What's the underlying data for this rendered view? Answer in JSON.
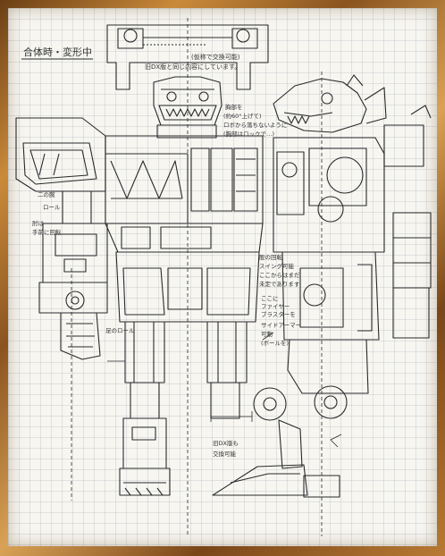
{
  "sheet": {
    "title": "合体時・変形中",
    "notes": {
      "fold_top": "(仮称で交換可能)",
      "same_as_dx": "旧DX版と同じ内容にしています。",
      "chest_note_1": "胸部を",
      "chest_note_2": "(約60°上げて)",
      "chest_note_3": "ロボから落ちないように",
      "chest_note_4": "(胸部はロックで…)",
      "joint_note": "二の腕",
      "roll_note": "ロール",
      "arm_note_1": "肘は",
      "arm_note_2": "手前に回転",
      "knee_note": "足のロール",
      "hip_note_1": "股の回転",
      "hip_note_2": "スイング可能",
      "hip_note_3": "ここからはまだ",
      "hip_note_4": "未定であります",
      "side_note_1": "ここに",
      "side_note_2": "ファイヤー",
      "side_note_3": "ブラスターを",
      "side_note_4": "サイドアーマー",
      "side_note_5": "可動",
      "side_note_6": "(ボールを)",
      "leg_note_1": "旧DX版も",
      "leg_note_2": "交換可能"
    }
  },
  "colors": {
    "line": "#2a2a2a",
    "paper": "#f7f6f1",
    "frame": "#a56a2a"
  }
}
